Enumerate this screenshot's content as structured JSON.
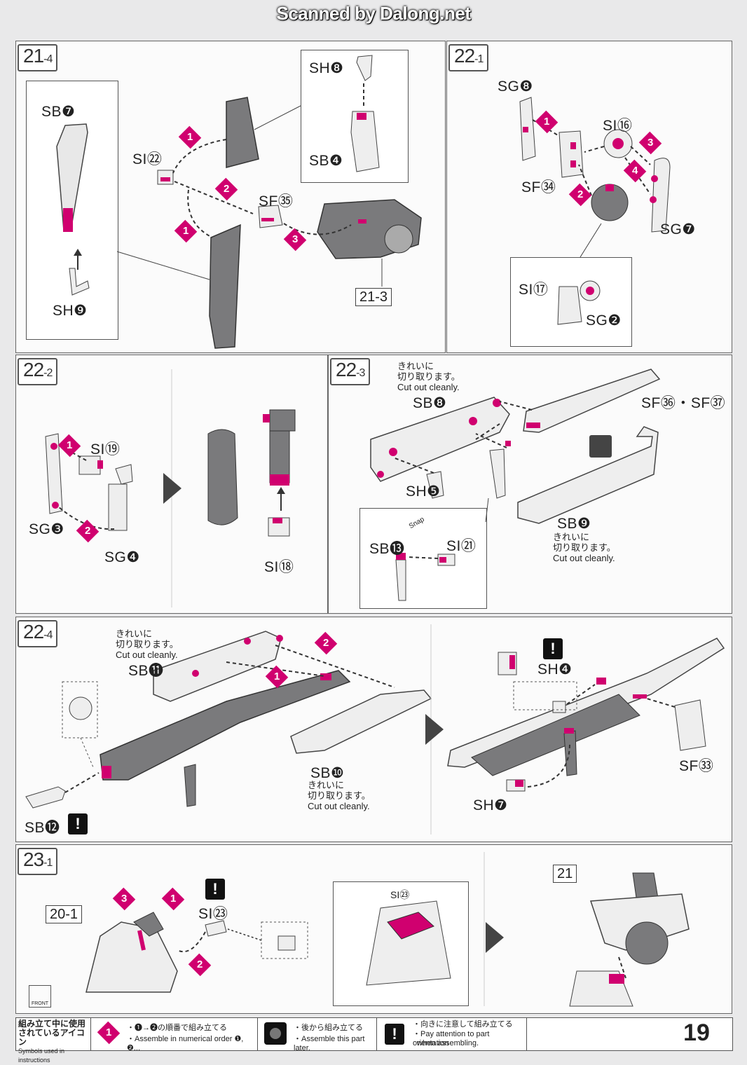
{
  "watermark": "Scanned by Dalong.net",
  "panels": {
    "p21_4": {
      "step": "21",
      "sub": "-4",
      "labels": {
        "sb7": "SB❼",
        "sh9": "SH❾",
        "si22": "SI㉒",
        "sf35": "SF㉟",
        "sh8": "SH❽",
        "sb4": "SB❹"
      },
      "ref": "21-3"
    },
    "p22_1": {
      "step": "22",
      "sub": "-1",
      "labels": {
        "sg8": "SG❽",
        "si16": "SI⑯",
        "sf34": "SF㉞",
        "sg7": "SG❼",
        "si17": "SI⑰",
        "sg2": "SG❷"
      }
    },
    "p22_2": {
      "step": "22",
      "sub": "-2",
      "labels": {
        "si19": "SI⑲",
        "sg3": "SG❸",
        "sg4": "SG❹",
        "si18": "SI⑱"
      }
    },
    "p22_3": {
      "step": "22",
      "sub": "-3",
      "note1": [
        "きれいに",
        "切り取ります。",
        "Cut out cleanly."
      ],
      "note2": [
        "きれいに",
        "切り取ります。",
        "Cut out cleanly."
      ],
      "snap": "Snap",
      "labels": {
        "sb8": "SB❽",
        "sf36_37": "SF㊱・SF㊲",
        "sh5": "SH❺",
        "sb9": "SB❾",
        "sb13": "SB⓭",
        "si21": "SI㉑"
      }
    },
    "p22_4": {
      "step": "22",
      "sub": "-4",
      "note1": [
        "きれいに",
        "切り取ります。",
        "Cut out cleanly."
      ],
      "note2": [
        "きれいに",
        "切り取ります。",
        "Cut out cleanly."
      ],
      "labels": {
        "sb11": "SB⓫",
        "sb10": "SB❿",
        "sb12": "SB⓬",
        "sh4": "SH❹",
        "sf33": "SF㉝",
        "sh7": "SH❼"
      }
    },
    "p23_1": {
      "step": "23",
      "sub": "-1",
      "labels": {
        "si23": "SI㉓",
        "si23b": "SI㉓"
      },
      "refs": [
        "20-1",
        "21"
      ],
      "front": "FRONT"
    }
  },
  "footer": {
    "title": [
      "組み立て中に使用",
      "されているアイコン",
      "Symbols used in instructions"
    ],
    "icon1": {
      "jp": "・❶→❷の順番で組み立てる",
      "en": "・Assemble in numerical order ❶, ❷..."
    },
    "icon2": {
      "jp": "・後から組み立てる",
      "en": "・Assemble this part later."
    },
    "icon3": {
      "jp": "・向きに注意して組み立てる",
      "en": "・Pay attention to part orientation",
      "en2": "when assembling."
    }
  },
  "page_number": "19",
  "colors": {
    "accent": "#d0006f",
    "part": "#8a8a8a",
    "line": "#444444"
  }
}
